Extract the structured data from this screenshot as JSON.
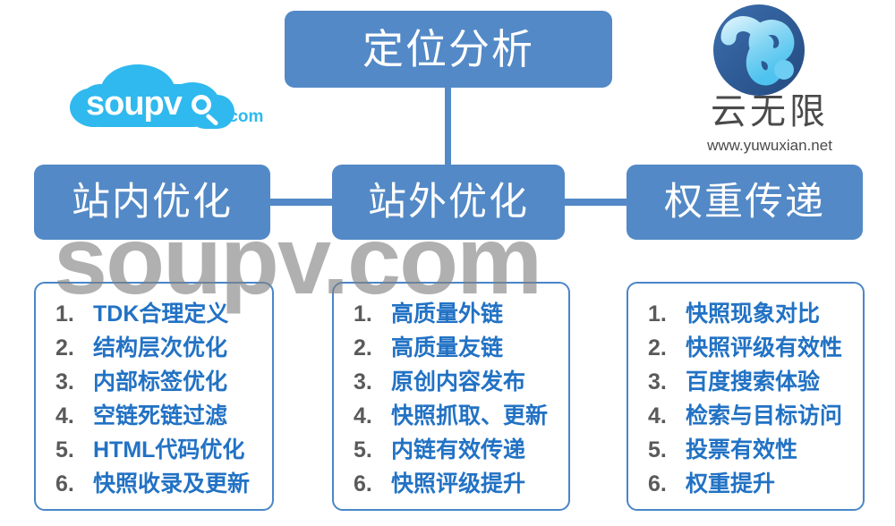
{
  "diagram": {
    "title_box": {
      "label": "定位分析"
    },
    "branches": [
      {
        "id": "on-site",
        "label": "站内优化"
      },
      {
        "id": "off-site",
        "label": "站外优化"
      },
      {
        "id": "weight",
        "label": "权重传递"
      }
    ],
    "lists": [
      {
        "owner": "站内优化",
        "items": [
          {
            "num": "1.",
            "text": "TDK合理定义"
          },
          {
            "num": "2.",
            "text": "结构层次优化"
          },
          {
            "num": "3.",
            "text": "内部标签优化"
          },
          {
            "num": "4.",
            "text": "空链死链过滤"
          },
          {
            "num": "5.",
            "text": "HTML代码优化"
          },
          {
            "num": "6.",
            "text": "快照收录及更新"
          }
        ]
      },
      {
        "owner": "站外优化",
        "items": [
          {
            "num": "1.",
            "text": "高质量外链"
          },
          {
            "num": "2.",
            "text": "高质量友链"
          },
          {
            "num": "3.",
            "text": "原创内容发布"
          },
          {
            "num": "4.",
            "text": "快照抓取、更新"
          },
          {
            "num": "5.",
            "text": "内链有效传递"
          },
          {
            "num": "6.",
            "text": "快照评级提升"
          }
        ]
      },
      {
        "owner": "权重传递",
        "items": [
          {
            "num": "1.",
            "text": "快照现象对比"
          },
          {
            "num": "2.",
            "text": "快照评级有效性"
          },
          {
            "num": "3.",
            "text": "百度搜索体验"
          },
          {
            "num": "4.",
            "text": "检索与目标访问"
          },
          {
            "num": "5.",
            "text": "投票有效性"
          },
          {
            "num": "6.",
            "text": "权重提升"
          }
        ]
      }
    ]
  },
  "watermark": {
    "text": "soupv.com"
  },
  "logo_left": {
    "wordmark": "soupv",
    "suffix": ".com",
    "icon": "cloud-magnifier-icon"
  },
  "logo_right": {
    "name_cn": "云无限",
    "url": "www.yuwuxian.net",
    "icon": "yuwuxian-circle-icon"
  },
  "colors": {
    "box_blue": "#5389c6",
    "list_border": "#4a86c8",
    "list_text": "#2272c4",
    "list_number": "#5a5a5a",
    "watermark_gray": "#808080",
    "logo_cyan": "#2fb9ee",
    "logo_dark_blue": "#2e5d96"
  }
}
